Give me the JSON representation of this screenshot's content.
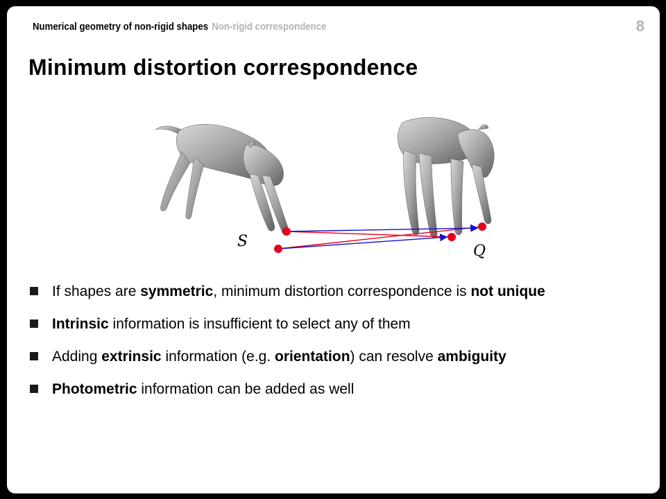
{
  "header": {
    "course": "Numerical geometry of non-rigid shapes",
    "section": "Non-rigid correspondence",
    "page_number": "8"
  },
  "title": "Minimum distortion correspondence",
  "figure": {
    "label_left": "S",
    "label_right": "Q",
    "colors": {
      "shape": "#9a9a9a",
      "shape_shadow": "#5e5e5e",
      "point": "#e8001c",
      "arrow_blue": "#1010d0",
      "arrow_red": "#e8001c"
    }
  },
  "bullets": [
    {
      "parts": [
        "If shapes are ",
        "symmetric",
        ", minimum distortion correspondence is ",
        "not unique"
      ]
    },
    {
      "parts": [
        "",
        "Intrinsic",
        " information is insufficient to select any of them"
      ]
    },
    {
      "parts": [
        "Adding ",
        "extrinsic",
        " information (e.g. ",
        "orientation",
        ") can resolve ",
        "ambiguity"
      ]
    },
    {
      "parts": [
        "",
        "Photometric",
        " information can be added as well"
      ]
    }
  ]
}
